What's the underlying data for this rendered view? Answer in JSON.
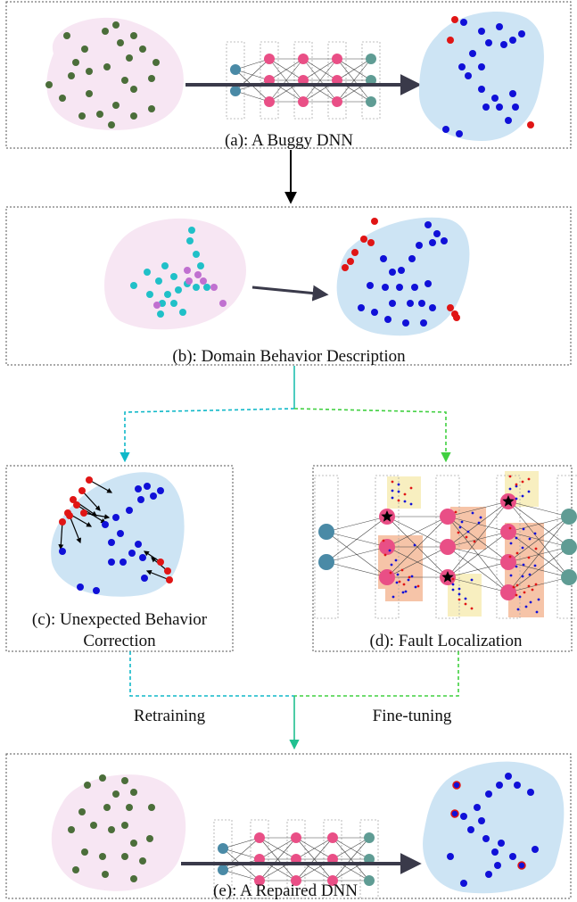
{
  "panels": {
    "a": {
      "caption": "(a): A Buggy DNN"
    },
    "b": {
      "caption": "(b): Domain Behavior Description"
    },
    "c": {
      "caption_line1": "(c): Unexpected Behavior",
      "caption_line2": "Correction"
    },
    "d": {
      "caption": "(d): Fault Localization"
    },
    "e": {
      "caption": "(e): A Repaired DNN"
    }
  },
  "labels": {
    "retraining": "Retraining",
    "fine_tuning": "Fine-tuning"
  },
  "colors": {
    "input_blob": "#f7e6f3",
    "output_blob": "#cde4f4",
    "green_point": "#4b6e3a",
    "blue_point": "#1010d8",
    "red_point": "#e01515",
    "cyan_point": "#20c0c8",
    "violet_point": "#c070d0",
    "node_input": "#4a8aa6",
    "node_hidden": "#e94f86",
    "node_output": "#5f9c94",
    "fault_patch_orange": "#f6c4a8",
    "fault_patch_yellow": "#f8efc0",
    "arrow_dark": "#3a3a4a",
    "arrow_cyan": "#10b8c8",
    "arrow_green": "#40d040",
    "arrow_mint": "#20c090"
  },
  "icons": [
    "star-icon"
  ]
}
